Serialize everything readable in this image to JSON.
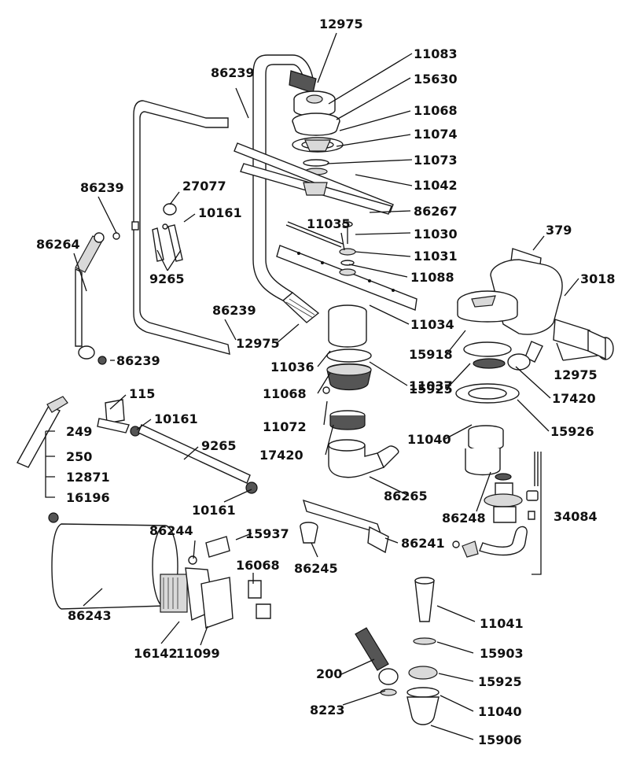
{
  "labels": [
    "12975",
    "11083",
    "15630",
    "11068",
    "11074",
    "11073",
    "11042",
    "86267",
    "11035",
    "11030",
    "11031",
    "11088",
    "11034",
    "86239",
    "27077",
    "10161",
    "9265",
    "86264",
    "86239",
    "86239",
    "86239",
    "12975",
    "11036",
    "11068",
    "11037",
    "11072",
    "17420",
    "86265",
    "379",
    "3018",
    "15918",
    "12975",
    "15925",
    "17420",
    "15926",
    "11040",
    "86248",
    "34084",
    "115",
    "10161",
    "9265",
    "249",
    "250",
    "12871",
    "16196",
    "10161",
    "86244",
    "15937",
    "16068",
    "86243",
    "16142",
    "11099",
    "86245",
    "86241",
    "11041",
    "15903",
    "200",
    "15925",
    "8223",
    "11040",
    "15906"
  ]
}
